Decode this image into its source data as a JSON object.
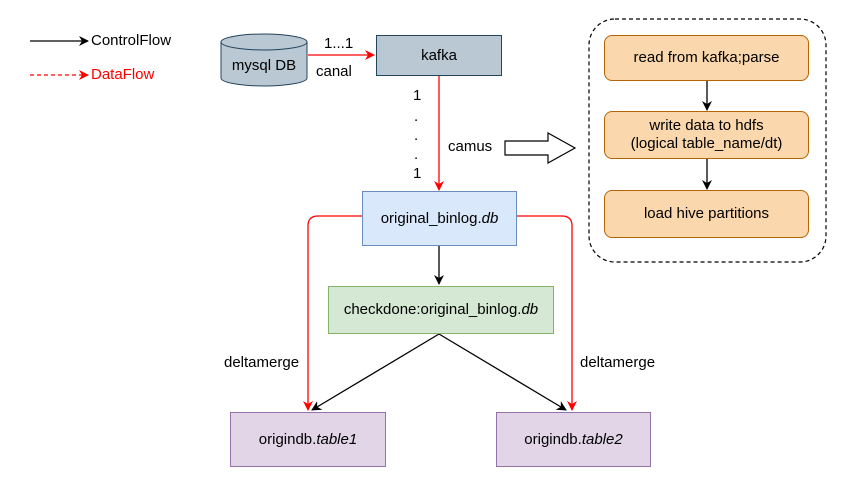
{
  "legend": {
    "control_flow": "ControlFlow",
    "data_flow": "DataFlow"
  },
  "nodes": {
    "mysql": "mysql DB",
    "kafka": "kafka",
    "binlog_prefix": "original_binlog.",
    "binlog_suffix": "db",
    "checkdone_prefix": "checkdone:original_binlog.",
    "checkdone_suffix": "db",
    "table1_prefix": "origindb.",
    "table1_suffix": "table1",
    "table2_prefix": "origindb.",
    "table2_suffix": "table2"
  },
  "edge_labels": {
    "mysql_kafka_card": "1...1",
    "canal": "canal",
    "camus": "camus",
    "card_top": "1",
    "dot1": ".",
    "dot2": ".",
    "dot3": ".",
    "card_bottom": "1",
    "deltamerge_left": "deltamerge",
    "deltamerge_right": "deltamerge"
  },
  "camus_steps": {
    "step1": "read from kafka;parse",
    "step2_line1": "write data to hdfs",
    "step2_line2": "(logical table_name/dt)",
    "step3": "load hive partitions"
  },
  "colors": {
    "control_flow": "#000000",
    "data_flow": "#ff0000"
  }
}
